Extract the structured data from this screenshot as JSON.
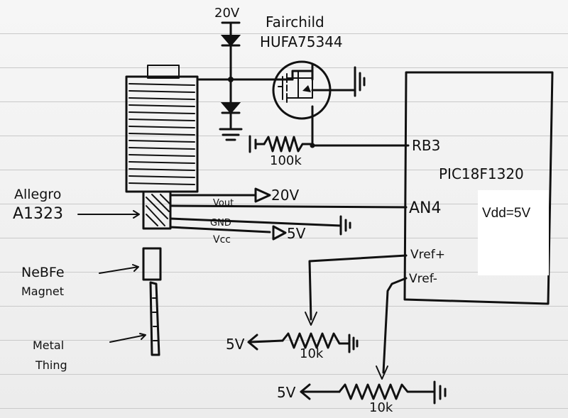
{
  "labels": {
    "diode_supply": "20V",
    "mosfet_maker": "Fairchild",
    "mosfet_part": "HUFA75344",
    "resistor_gate": "100k",
    "mcu_pin_rb3": "RB3",
    "mcu_name": "PIC18F1320",
    "mcu_pin_an4": "AN4",
    "mcu_vdd": "Vdd=5V",
    "mcu_pin_vref_plus": "Vref+",
    "mcu_pin_vref_minus": "Vref-",
    "sensor_maker": "Allegro",
    "sensor_part": "A1323",
    "sensor_vout": "Vout",
    "sensor_gnd": "GND",
    "sensor_vcc": "Vcc",
    "sensor_supply_20v": "20V",
    "sensor_supply_5v": "5V",
    "magnet_line1": "NeBFe",
    "magnet_line2": "Magnet",
    "metal_line1": "Metal",
    "metal_line2": "Thing",
    "pot1_supply": "5V",
    "pot1_value": "10k",
    "pot2_supply": "5V",
    "pot2_value": "10k"
  }
}
